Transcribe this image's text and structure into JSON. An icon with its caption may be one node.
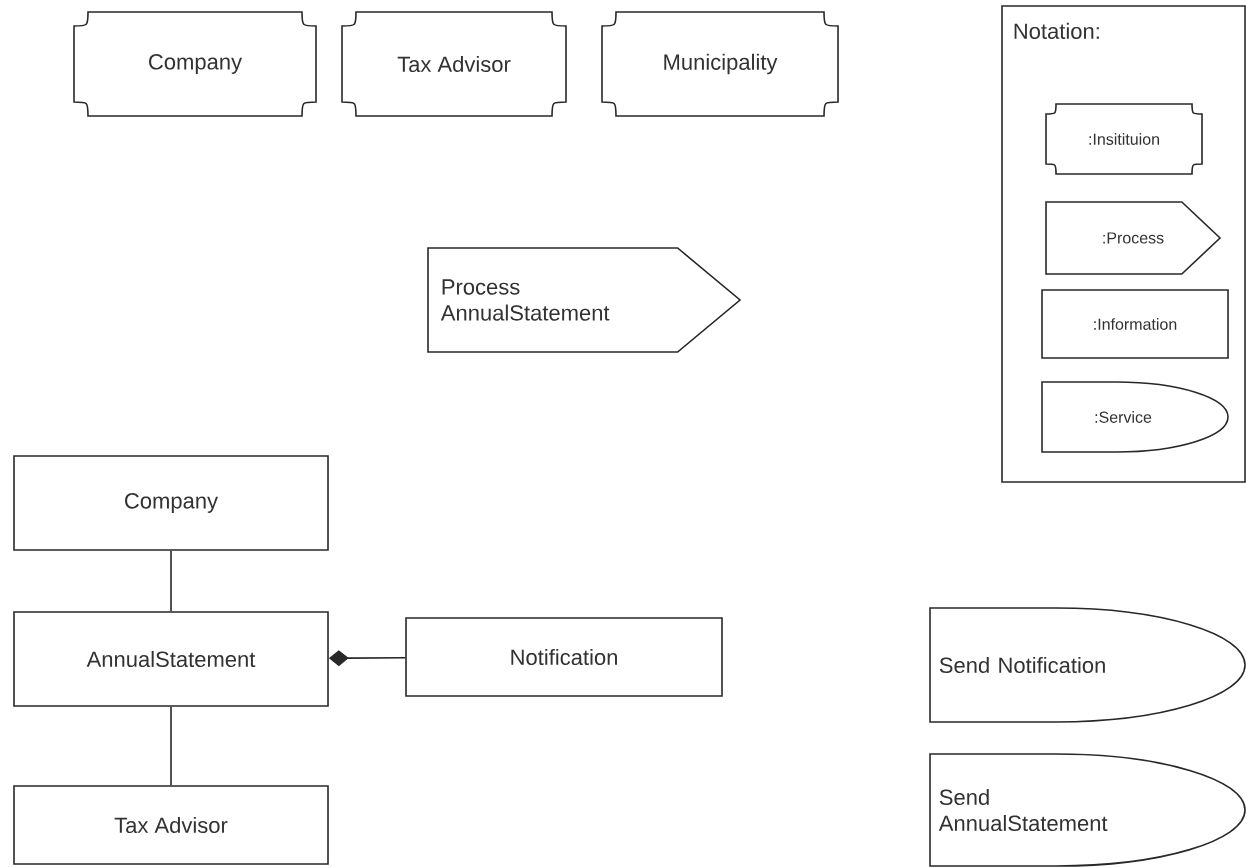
{
  "diagram": {
    "nodes": [
      {
        "text": [
          "Company"
        ]
      },
      {
        "text": [
          "Tax Advisor"
        ]
      },
      {
        "text": [
          "Municipality"
        ]
      },
      {
        "text": [
          "Process AnnualStatement"
        ]
      },
      {
        "text": [
          "Notation:"
        ]
      },
      {
        "text": [
          ":Insitituion"
        ],
        "in": 4
      },
      {
        "text": [
          ":Process"
        ],
        "in": 4
      },
      {
        "text": [
          ":Information"
        ],
        "in": 4
      },
      {
        "text": [
          ":Service"
        ],
        "in": 4
      },
      {
        "text": [
          "Company"
        ]
      },
      {
        "text": [
          "AnnualStatement"
        ]
      },
      {
        "text": [
          "Notification"
        ]
      },
      {
        "text": [
          "Tax Advisor"
        ]
      },
      {
        "text": [
          "Send Notification"
        ]
      },
      {
        "text": [
          "Send AnnualStatement"
        ]
      }
    ],
    "edges": [
      {
        "from": 9,
        "to": 10,
        "arrow": "none"
      },
      {
        "from": 10,
        "to": 12,
        "arrow": "none"
      },
      {
        "from": 11,
        "to": 10,
        "arrow": "other"
      }
    ]
  }
}
